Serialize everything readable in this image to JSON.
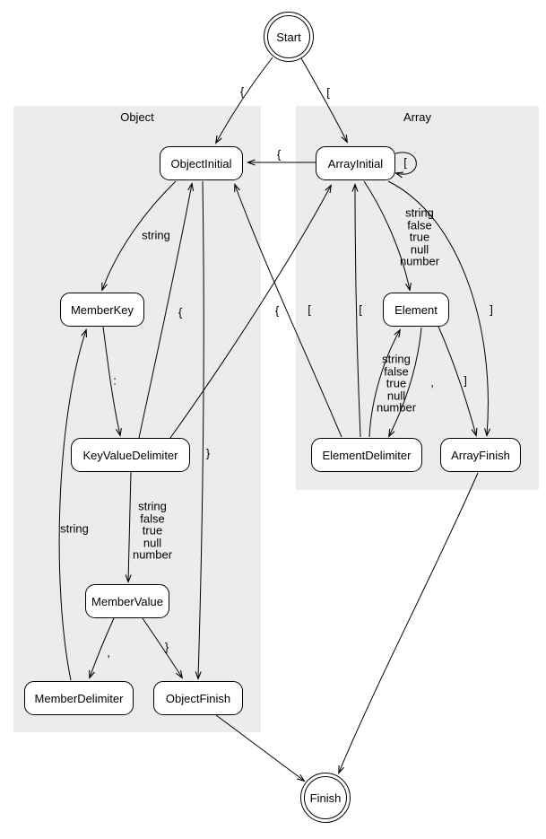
{
  "diagram": {
    "colors": {
      "cluster_bg": "#ececec",
      "node_fill": "#ffffff",
      "stroke": "#000000"
    },
    "clusters": [
      {
        "label": "Object"
      },
      {
        "label": "Array"
      }
    ],
    "nodes": {
      "start": {
        "label": "Start",
        "shape": "doublecircle"
      },
      "object_initial": {
        "label": "ObjectInitial"
      },
      "array_initial": {
        "label": "ArrayInitial"
      },
      "member_key": {
        "label": "MemberKey"
      },
      "element": {
        "label": "Element"
      },
      "key_value_delimiter": {
        "label": "KeyValueDelimiter"
      },
      "element_delimiter": {
        "label": "ElementDelimiter"
      },
      "array_finish": {
        "label": "ArrayFinish"
      },
      "member_value": {
        "label": "MemberValue"
      },
      "member_delimiter": {
        "label": "MemberDelimiter"
      },
      "object_finish": {
        "label": "ObjectFinish"
      },
      "finish": {
        "label": "Finish",
        "shape": "doublecircle"
      }
    },
    "edges": [
      {
        "from": "Start",
        "to": "ObjectInitial",
        "label": "{"
      },
      {
        "from": "Start",
        "to": "ArrayInitial",
        "label": "["
      },
      {
        "from": "ArrayInitial",
        "to": "ObjectInitial",
        "label": "{"
      },
      {
        "from": "ArrayInitial",
        "to": "ArrayInitial",
        "label": "["
      },
      {
        "from": "ArrayInitial",
        "to": "Element",
        "label": "string\nfalse\ntrue\nnull\nnumber"
      },
      {
        "from": "ArrayInitial",
        "to": "ArrayFinish",
        "label": "]"
      },
      {
        "from": "ObjectInitial",
        "to": "MemberKey",
        "label": "string"
      },
      {
        "from": "ObjectInitial",
        "to": "ObjectFinish",
        "label": "}"
      },
      {
        "from": "MemberKey",
        "to": "KeyValueDelimiter",
        "label": ":"
      },
      {
        "from": "KeyValueDelimiter",
        "to": "MemberValue",
        "label": "string\nfalse\ntrue\nnull\nnumber"
      },
      {
        "from": "KeyValueDelimiter",
        "to": "ObjectInitial",
        "label": "{"
      },
      {
        "from": "KeyValueDelimiter",
        "to": "ArrayInitial",
        "label": "["
      },
      {
        "from": "MemberValue",
        "to": "MemberDelimiter",
        "label": ","
      },
      {
        "from": "MemberValue",
        "to": "ObjectFinish",
        "label": "}"
      },
      {
        "from": "MemberDelimiter",
        "to": "MemberKey",
        "label": "string"
      },
      {
        "from": "Element",
        "to": "ElementDelimiter",
        "label": ","
      },
      {
        "from": "Element",
        "to": "ArrayFinish",
        "label": "]"
      },
      {
        "from": "ElementDelimiter",
        "to": "Element",
        "label": "string\nfalse\ntrue\nnull\nnumber"
      },
      {
        "from": "ElementDelimiter",
        "to": "ObjectInitial",
        "label": "{"
      },
      {
        "from": "ElementDelimiter",
        "to": "ArrayInitial",
        "label": "["
      },
      {
        "from": "ObjectFinish",
        "to": "Finish",
        "label": ""
      },
      {
        "from": "ArrayFinish",
        "to": "Finish",
        "label": ""
      }
    ]
  }
}
